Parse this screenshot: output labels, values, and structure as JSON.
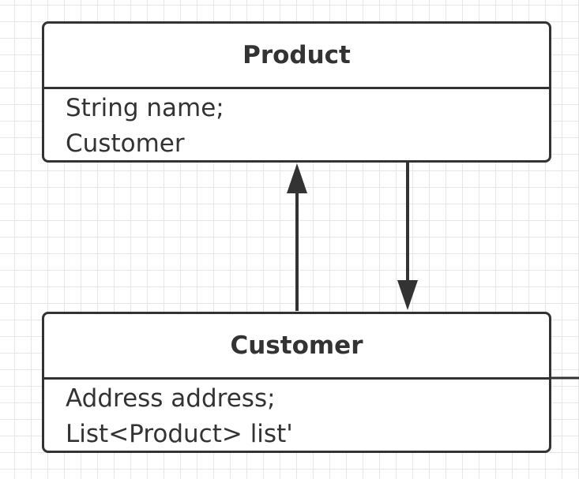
{
  "classes": [
    {
      "name": "Product",
      "attributes": [
        "String name;",
        "Customer"
      ]
    },
    {
      "name": "Customer",
      "attributes": [
        "Address address;",
        "List<Product> list'"
      ]
    }
  ],
  "colors": {
    "stroke": "#333333",
    "grid": "#e6e6e6",
    "background": "#ffffff"
  }
}
